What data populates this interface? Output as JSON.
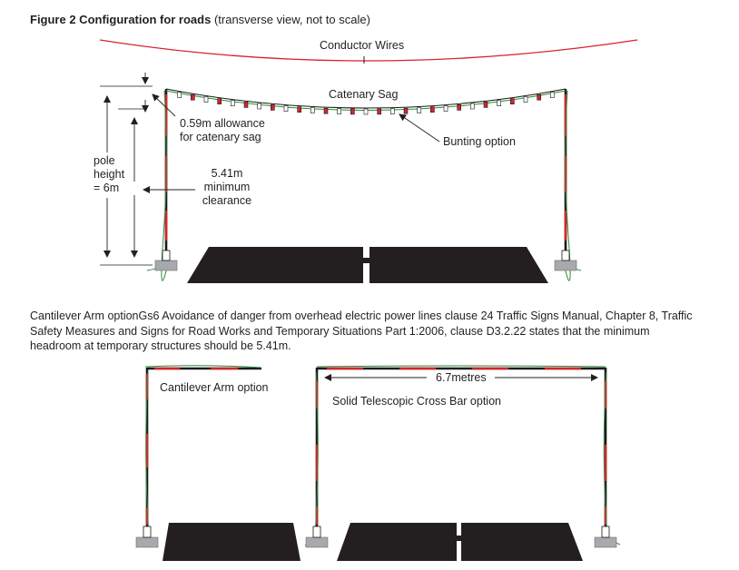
{
  "figure": {
    "title_bold": "Figure 2 Configuration for roads",
    "title_rest": " (transverse view, not to scale)"
  },
  "labels": {
    "conductor_wires": "Conductor Wires",
    "catenary_sag": "Catenary Sag",
    "allowance_line1": "0.59m allowance",
    "allowance_line2": "for catenary sag",
    "bunting_option": "Bunting option",
    "pole_line1": "pole",
    "pole_line2": "height",
    "pole_line3": "= 6m",
    "clearance_line1": "5.41m",
    "clearance_line2": "minimum",
    "clearance_line3": "clearance",
    "cantilever_arm": "Cantilever Arm option",
    "cross_bar": "Solid Telescopic Cross Bar option",
    "width": "6.7metres"
  },
  "paragraph": "Cantilever Arm optionGs6 Avoidance of danger from overhead electric power lines clause 24 Traffic Signs Manual, Chapter 8, Traffic Safety Measures and Signs for Road Works and Temporary Situations Part 1:2006, clause D3.2.22 states that the minimum headroom at temporary structures should be 5.41m.",
  "colors": {
    "conductor": "#d8232a",
    "pole_red": "#d8232a",
    "pole_dark": "#1a1a1a",
    "wire_green": "#2e8b3a",
    "road": "#231f20",
    "base": "#a7a9ac"
  }
}
